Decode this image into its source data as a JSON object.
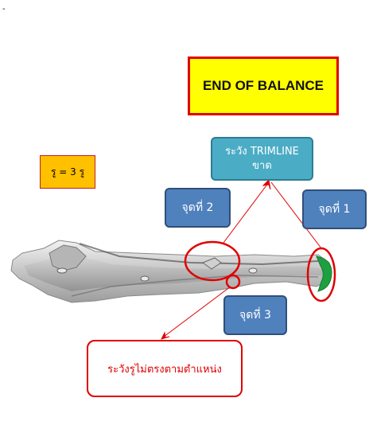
{
  "corner_mark": "-",
  "title": "END OF BALANCE",
  "hole_note": "รู = 3 รู",
  "trimline_callout": {
    "line1": "ระวัง TRIMLINE",
    "line2": "ขาด"
  },
  "points": {
    "point1": "จุดที่ 1",
    "point2": "จุดที่ 2",
    "point3": "จุดที่ 3"
  },
  "warning": "ระวังรูไม่ตรงตามตำแหน่ง",
  "colors": {
    "title_bg": "#ffff00",
    "title_border": "#e00000",
    "hole_note_bg": "#ffc000",
    "trimline_bg": "#4bacc6",
    "point_bg": "#4f81bd",
    "warning_text": "#e00000",
    "leader_lines": "#e00000",
    "green_marker": "#1fa040"
  }
}
